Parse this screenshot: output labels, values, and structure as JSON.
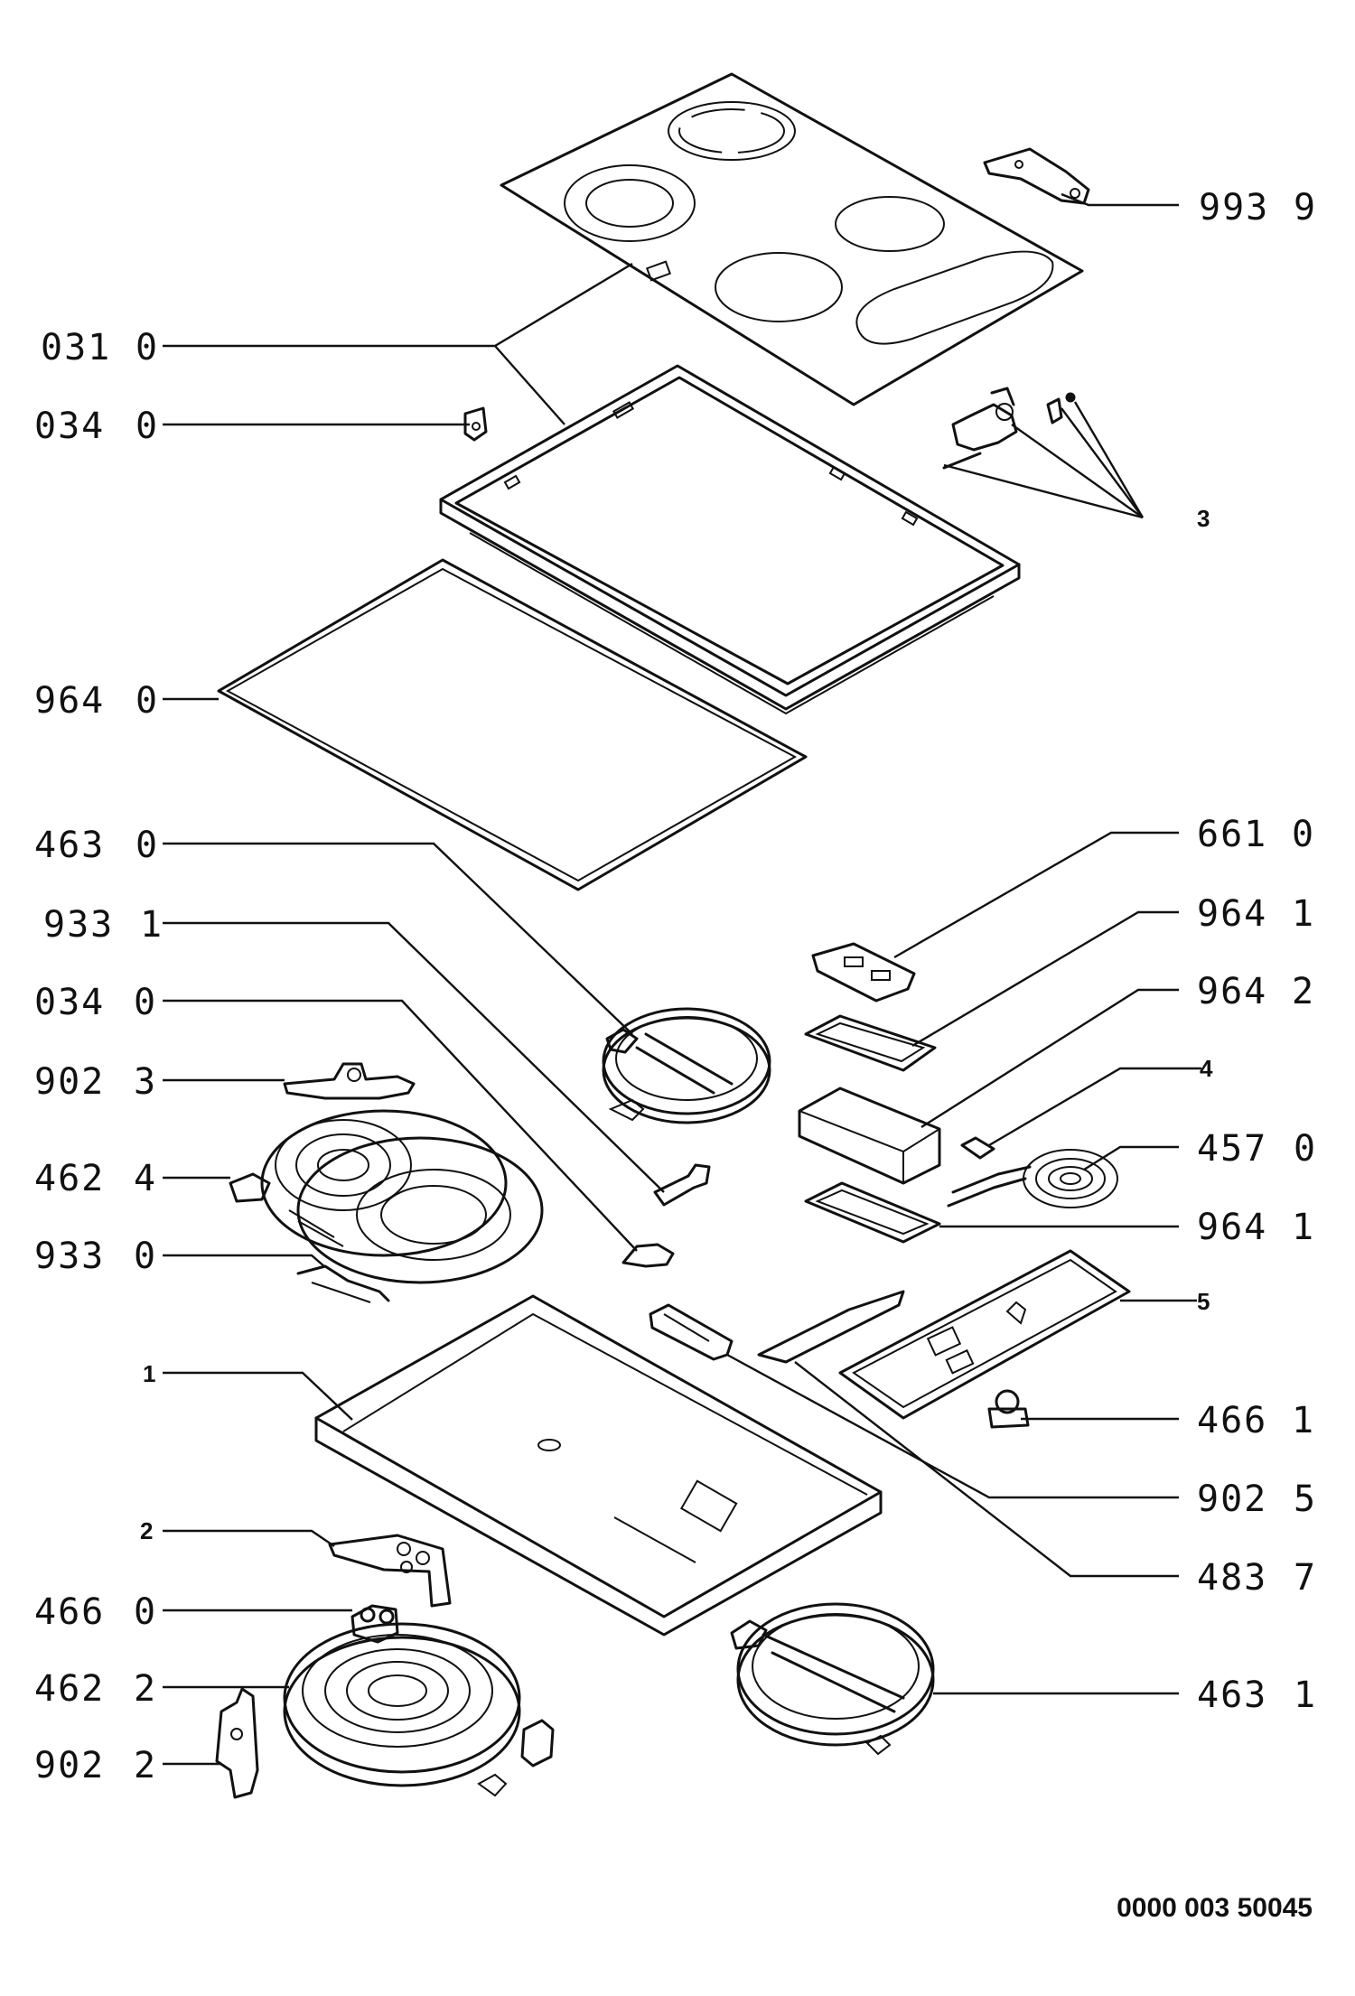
{
  "drawing_number": "0000 003 50045",
  "callouts": [
    {
      "id": "993-9",
      "code": "993",
      "suffix": "9"
    },
    {
      "id": "031-0",
      "code": "031",
      "suffix": "0"
    },
    {
      "id": "034-0-a",
      "code": "034",
      "suffix": "0"
    },
    {
      "id": "ref-3",
      "code": "",
      "suffix": "3"
    },
    {
      "id": "964-0",
      "code": "964",
      "suffix": "0"
    },
    {
      "id": "463-0",
      "code": "463",
      "suffix": "0"
    },
    {
      "id": "661-0",
      "code": "661",
      "suffix": "0"
    },
    {
      "id": "933-1",
      "code": "933",
      "suffix": "1"
    },
    {
      "id": "964-1-a",
      "code": "964",
      "suffix": "1"
    },
    {
      "id": "034-0-b",
      "code": "034",
      "suffix": "0"
    },
    {
      "id": "964-2",
      "code": "964",
      "suffix": "2"
    },
    {
      "id": "902-3",
      "code": "902",
      "suffix": "3"
    },
    {
      "id": "ref-4",
      "code": "",
      "suffix": "4"
    },
    {
      "id": "462-4",
      "code": "462",
      "suffix": "4"
    },
    {
      "id": "457-0",
      "code": "457",
      "suffix": "0"
    },
    {
      "id": "933-0",
      "code": "933",
      "suffix": "0"
    },
    {
      "id": "964-1-b",
      "code": "964",
      "suffix": "1"
    },
    {
      "id": "ref-5",
      "code": "",
      "suffix": "5"
    },
    {
      "id": "ref-1",
      "code": "",
      "suffix": "1"
    },
    {
      "id": "466-1",
      "code": "466",
      "suffix": "1"
    },
    {
      "id": "902-5",
      "code": "902",
      "suffix": "5"
    },
    {
      "id": "ref-2",
      "code": "",
      "suffix": "2"
    },
    {
      "id": "483-7",
      "code": "483",
      "suffix": "7"
    },
    {
      "id": "466-0",
      "code": "466",
      "suffix": "0"
    },
    {
      "id": "462-2",
      "code": "462",
      "suffix": "2"
    },
    {
      "id": "463-1",
      "code": "463",
      "suffix": "1"
    },
    {
      "id": "902-2",
      "code": "902",
      "suffix": "2"
    }
  ]
}
